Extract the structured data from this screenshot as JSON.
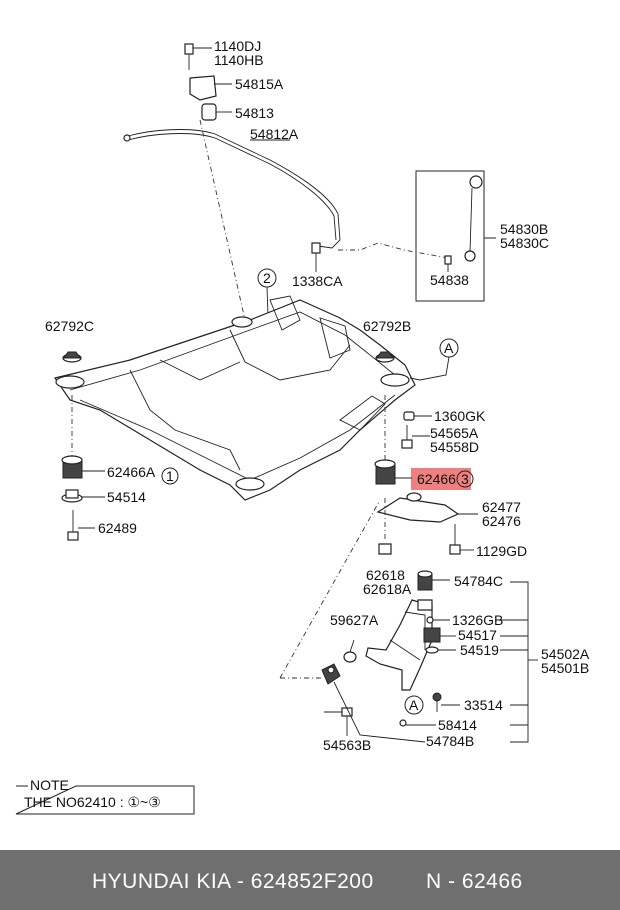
{
  "labels": {
    "p1140dj": "1140DJ",
    "p1140hb": "1140HB",
    "p54815a": "54815A",
    "p54813": "54813",
    "p54812a": "54812A",
    "p54830b": "54830B",
    "p54830c": "54830C",
    "p54838": "54838",
    "p1338ca": "1338CA",
    "circle2": "2",
    "p62792c": "62792C",
    "p62792b": "62792B",
    "circleA1": "A",
    "p1360gk": "1360GK",
    "p54565a": "54565A",
    "p54558d": "54558D",
    "p62466a": "62466A",
    "circle1": "1",
    "p62466": "62466",
    "circle3": "3",
    "p54514": "54514",
    "p62477": "62477",
    "p62476": "62476",
    "p62489": "62489",
    "p1129gd": "1129GD",
    "p62618": "62618",
    "p62618a": "62618A",
    "p54784c": "54784C",
    "p59627a": "59627A",
    "p1326gb": "1326GB",
    "p54517": "54517",
    "p54519": "54519",
    "p54502a": "54502A",
    "p54501b": "54501B",
    "p33514": "33514",
    "circleA2": "A",
    "p58414": "58414",
    "p54563b": "54563B",
    "p54784b": "54784B"
  },
  "note": {
    "title": "NOTE",
    "text": "THE NO62410 : ①~③"
  },
  "footer": {
    "brand": "HYUNDAI  KIA - 624852F200",
    "number": "N - 62466"
  },
  "highlight_color": "#f08080"
}
